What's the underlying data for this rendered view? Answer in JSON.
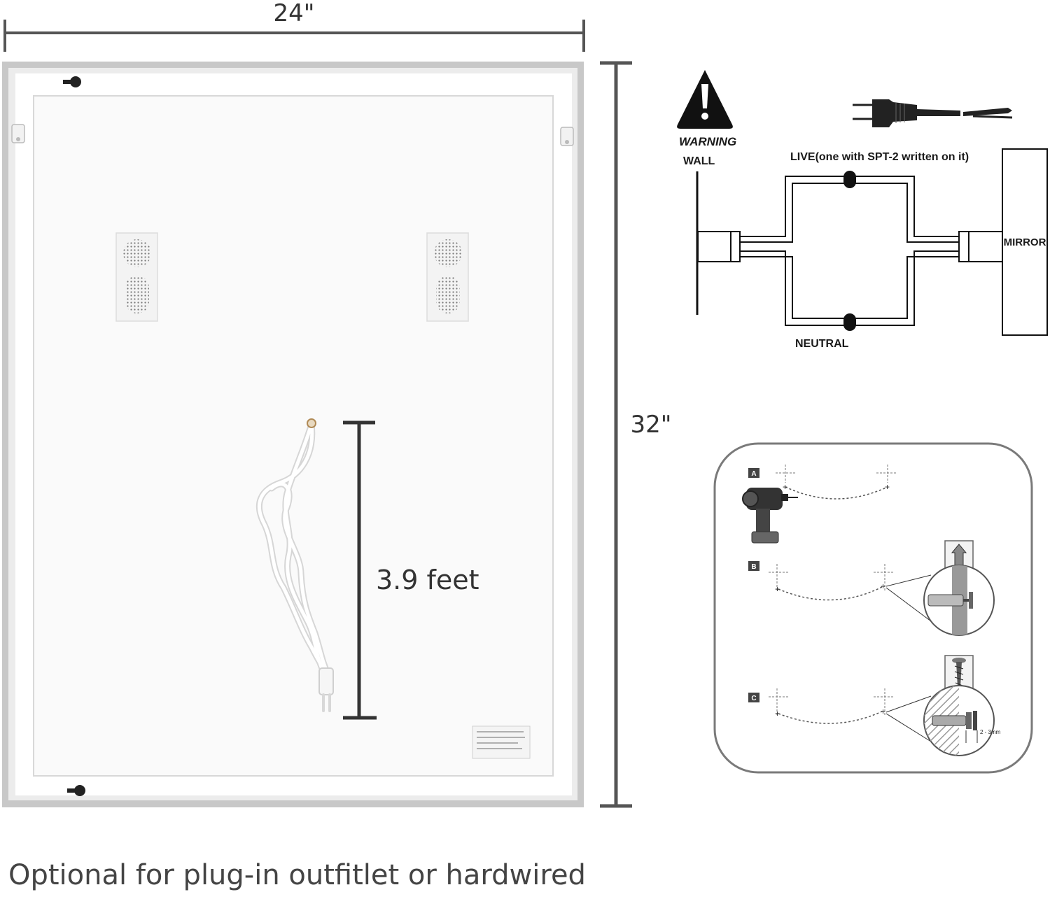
{
  "dimensions": {
    "width_label": "24\"",
    "height_label": "32\"",
    "cord_length_label": "3.9 feet"
  },
  "wiring": {
    "warning_label": "WARNING",
    "wall_label": "WALL",
    "live_label": "LIVE(one with SPT-2 written on it)",
    "neutral_label": "NEUTRAL",
    "mirror_label": "MIRROR"
  },
  "install_steps": {
    "step_a": "A",
    "step_b": "B",
    "step_c": "C",
    "gap_label": "2 - 3mm"
  },
  "caption": "Optional for plug-in outfitlet or hardwired"
}
